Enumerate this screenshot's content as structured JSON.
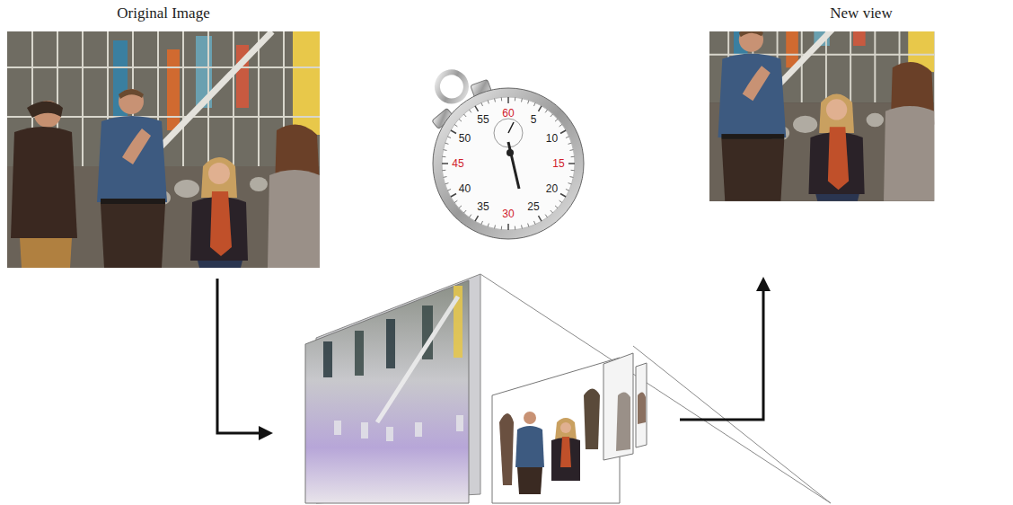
{
  "diagram": {
    "nodes": [
      {
        "text": [
          "Original Image"
        ]
      },
      {
        "text": [
          "New view"
        ]
      }
    ],
    "labels": [
      "60",
      "5",
      "10",
      "15",
      "20",
      "25",
      "30",
      "35",
      "40",
      "45",
      "50",
      "55"
    ]
  }
}
